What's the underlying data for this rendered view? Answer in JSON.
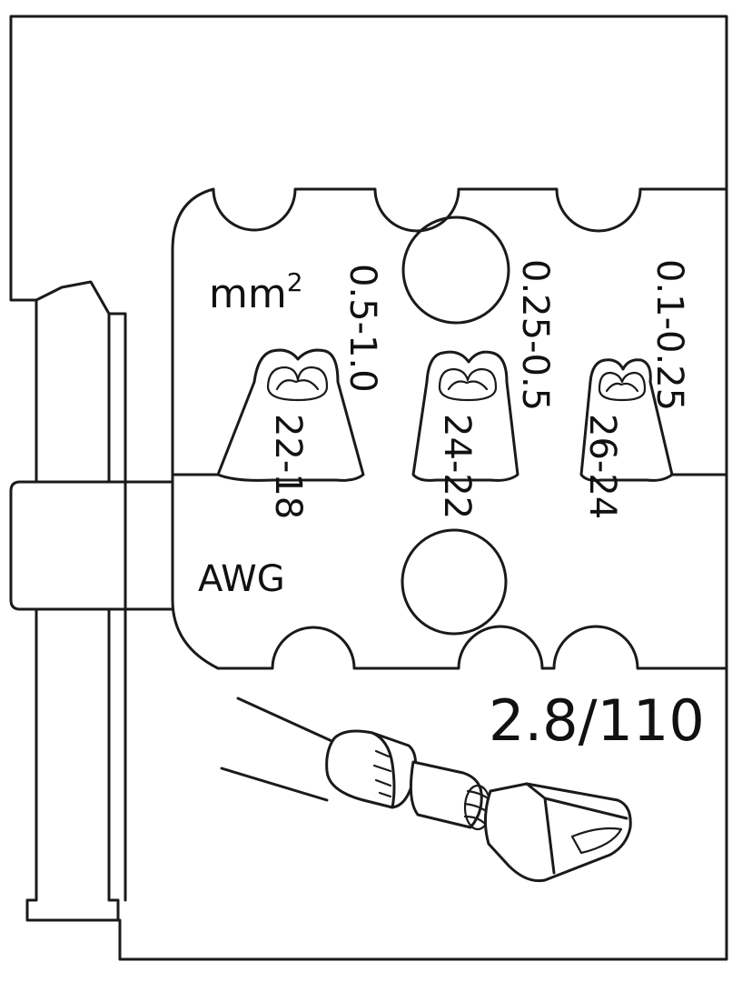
{
  "labels": {
    "unit_mm": "mm",
    "unit_mm_sup": "2",
    "unit_awg": "AWG",
    "model": "2.8/110"
  },
  "cavities": [
    {
      "mm2": "0.5-1.0",
      "awg": "22-18"
    },
    {
      "mm2": "0.25-0.5",
      "awg": "24-22"
    },
    {
      "mm2": "0.1-0.25",
      "awg": "26-24"
    }
  ],
  "icons": {
    "terminal": "flat-receptacle-terminal-icon",
    "holes": "mounting-hole-icon"
  },
  "colors": {
    "line": "#1a1a1a",
    "background": "#ffffff"
  }
}
